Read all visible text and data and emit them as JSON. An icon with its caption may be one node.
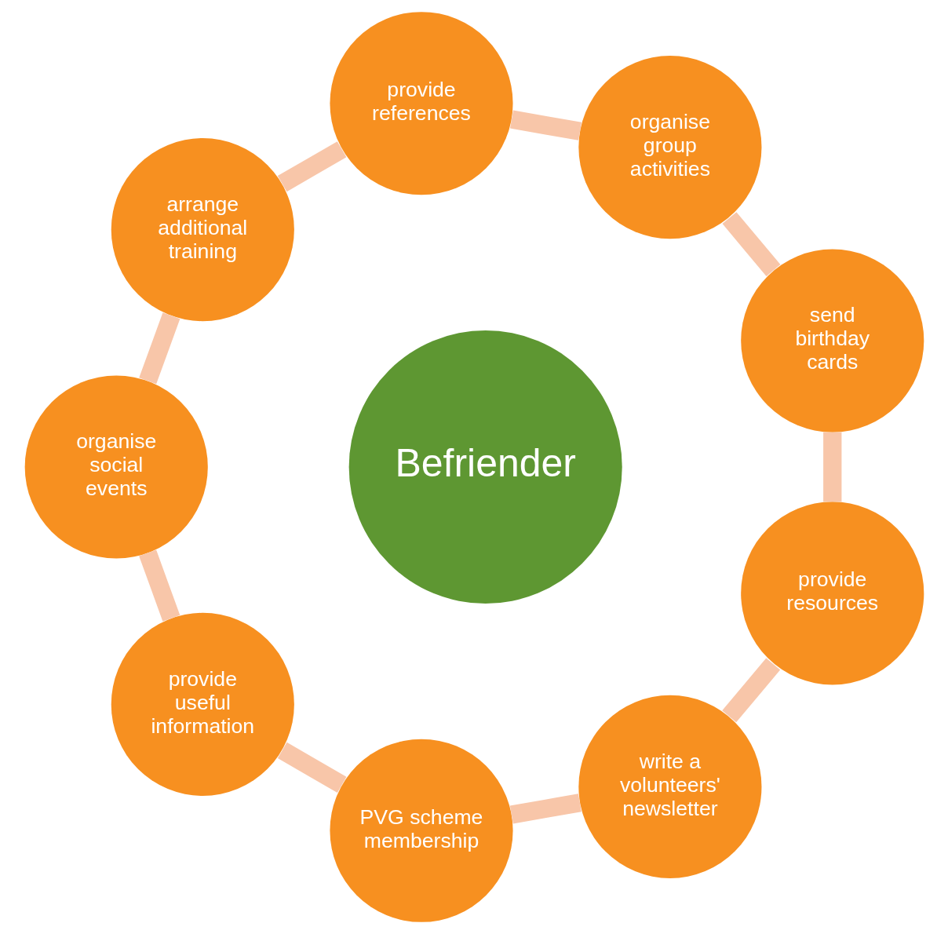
{
  "diagram": {
    "nodes": [
      {
        "text": [
          "send birthday cards"
        ]
      },
      {
        "text": [
          "organise group activities"
        ]
      },
      {
        "text": [
          "provide references"
        ]
      },
      {
        "text": [
          "arrange additional training"
        ]
      },
      {
        "text": [
          "organise social events"
        ]
      },
      {
        "text": [
          "provide useful information"
        ]
      },
      {
        "text": [
          "PVG scheme membership"
        ]
      },
      {
        "text": [
          "write a volunteers' newsletter"
        ]
      },
      {
        "text": [
          "provide resources"
        ]
      },
      {
        "text": [
          "Befriender"
        ]
      }
    ],
    "edges": [
      {
        "from": 0,
        "to": 1,
        "arrow": "none"
      },
      {
        "from": 1,
        "to": 2,
        "arrow": "none"
      },
      {
        "from": 2,
        "to": 3,
        "arrow": "none"
      },
      {
        "from": 3,
        "to": 4,
        "arrow": "none"
      },
      {
        "from": 4,
        "to": 5,
        "arrow": "none"
      },
      {
        "from": 5,
        "to": 6,
        "arrow": "none"
      },
      {
        "from": 6,
        "to": 7,
        "arrow": "none"
      },
      {
        "from": 7,
        "to": 8,
        "arrow": "none"
      },
      {
        "from": 8,
        "to": 0,
        "arrow": "none"
      }
    ]
  }
}
